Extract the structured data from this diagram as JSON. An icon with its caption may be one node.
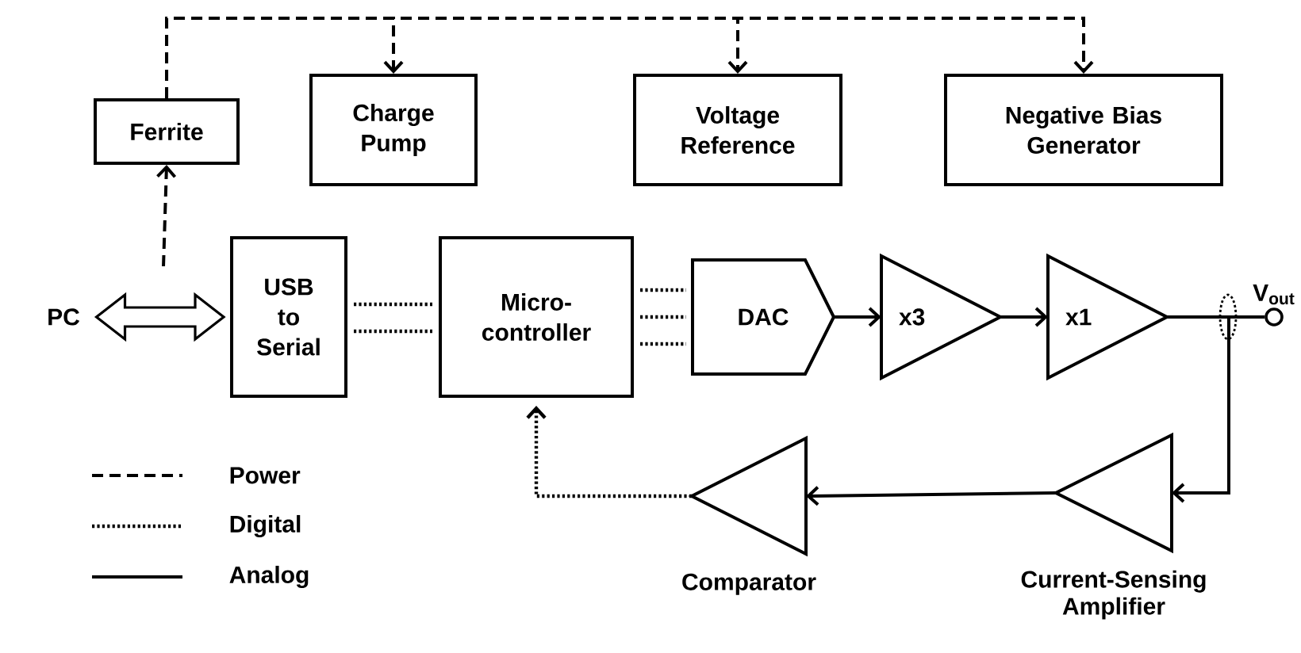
{
  "diagram": {
    "nodes": [
      {
        "text": [
          "PC"
        ]
      },
      {
        "text": [
          "Ferrite"
        ]
      },
      {
        "text": [
          "Charge Pump"
        ]
      },
      {
        "text": [
          "Voltage Reference"
        ]
      },
      {
        "text": [
          "Negative Bias Generator"
        ]
      },
      {
        "text": [
          "USB to Serial"
        ]
      },
      {
        "text": [
          "Micro- controller"
        ]
      },
      {
        "text": [
          "DAC"
        ]
      },
      {
        "text": [
          "x3"
        ]
      },
      {
        "text": [
          "x1"
        ]
      },
      {
        "text": [],
        "shape": "circle",
        "beside": [
          "V$_{out}$"
        ]
      },
      {
        "text": [
          "Current-Sensing Amplifier"
        ]
      },
      {
        "text": [
          "Comparator"
        ]
      }
    ],
    "edges": [
      {
        "from": 0,
        "to": 5,
        "arrow": "both"
      },
      {
        "from": null,
        "to": 1,
        "arrow": "to",
        "style": "dashed"
      },
      {
        "from": 1,
        "to": 2,
        "arrow": "to",
        "style": "dashed"
      },
      {
        "from": 1,
        "to": 3,
        "arrow": "to",
        "style": "dashed"
      },
      {
        "from": 1,
        "to": 4,
        "arrow": "to",
        "style": "dashed"
      },
      {
        "from": 5,
        "to": 6,
        "arrow": "none",
        "style": "dashed"
      },
      {
        "from": 5,
        "to": 6,
        "arrow": "none",
        "style": "dashed"
      },
      {
        "from": 6,
        "to": 7,
        "arrow": "none",
        "style": "dashed"
      },
      {
        "from": 6,
        "to": 7,
        "arrow": "none",
        "style": "dashed"
      },
      {
        "from": 6,
        "to": 7,
        "arrow": "none",
        "style": "dashed"
      },
      {
        "from": 7,
        "to": 8,
        "arrow": "to"
      },
      {
        "from": 8,
        "to": 9,
        "arrow": "to"
      },
      {
        "from": 9,
        "to": 10,
        "arrow": "none"
      },
      {
        "from": 9,
        "to": 11,
        "arrow": "to"
      },
      {
        "from": 11,
        "to": 12,
        "arrow": "to"
      },
      {
        "from": 12,
        "to": 6,
        "arrow": "to",
        "style": "dashed"
      }
    ],
    "legend": [
      {
        "text": "Power"
      },
      {
        "text": "Digital"
      },
      {
        "text": "Analog"
      }
    ]
  }
}
